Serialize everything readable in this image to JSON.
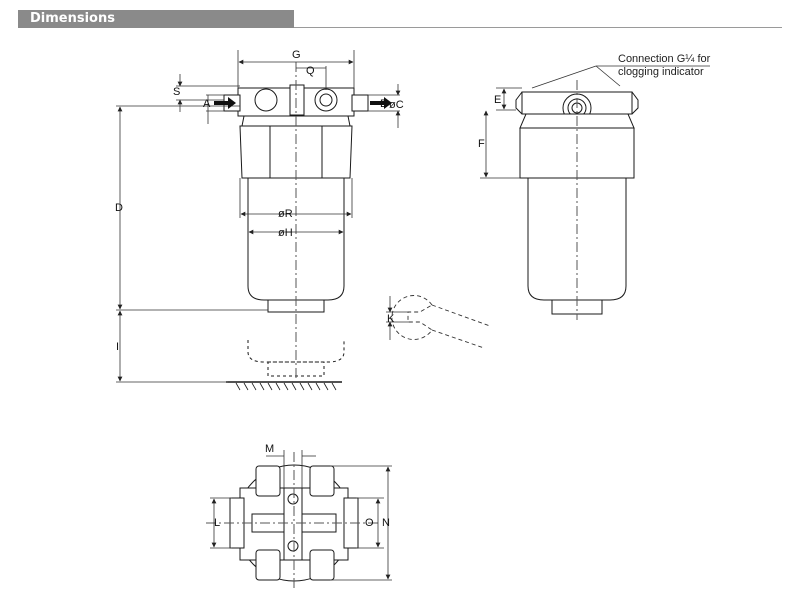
{
  "header": {
    "title": "Dimensions",
    "bar_color": "#8a8a8a"
  },
  "annotation": {
    "line1": "Connection G¼ for",
    "line2": "clogging indicator"
  },
  "labels": {
    "G": "G",
    "Q": "Q",
    "S": "S",
    "A": "A",
    "B": "B",
    "C": "øC",
    "D": "D",
    "R": "øR",
    "H": "øH",
    "I": "I",
    "E": "E",
    "F": "F",
    "K": "K",
    "M": "M",
    "L": "L",
    "O": "O",
    "N": "N"
  },
  "colors": {
    "line": "#1a1a1a",
    "dim": "#333333",
    "body_fill": "#ffffff"
  }
}
